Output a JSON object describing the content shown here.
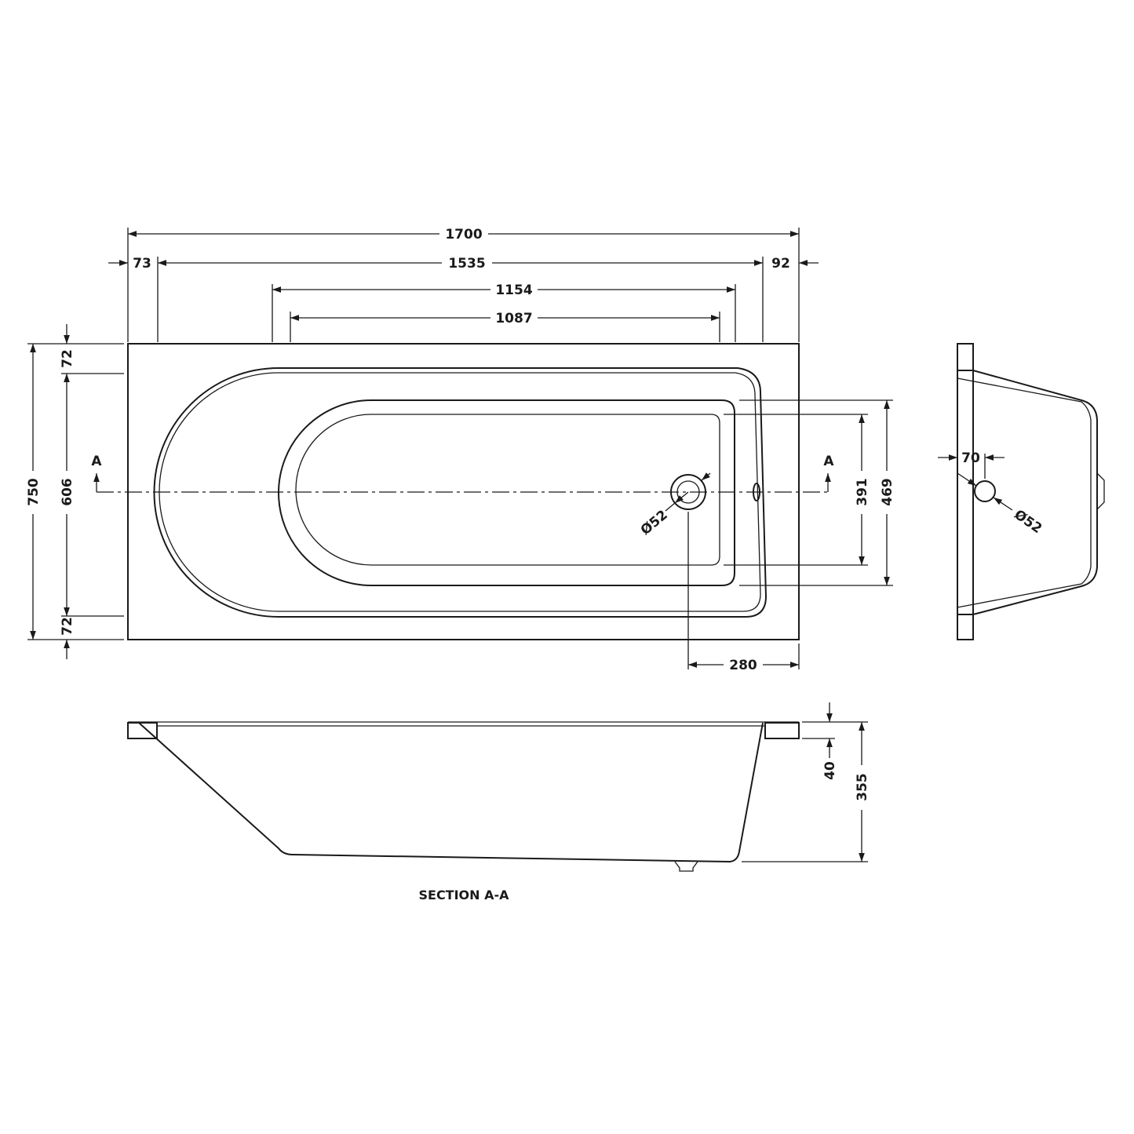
{
  "plan_view": {
    "dims": {
      "overall_length": "1700",
      "left_rim": "73",
      "inner_length": "1535",
      "right_rim": "92",
      "basin_top_length": "1154",
      "basin_bottom_length": "1087",
      "overall_width": "750",
      "inner_width": "606",
      "top_rim": "72",
      "bottom_rim": "72",
      "basin_bottom_width": "391",
      "basin_top_width": "469",
      "waste_offset": "280",
      "waste_diameter": "Ø52"
    },
    "section_marker": "A"
  },
  "end_view": {
    "dims": {
      "waste_offset": "70",
      "waste_diameter": "Ø52"
    }
  },
  "section_view": {
    "title": "SECTION A-A",
    "dims": {
      "rim_thickness": "40",
      "overall_height": "355"
    }
  }
}
